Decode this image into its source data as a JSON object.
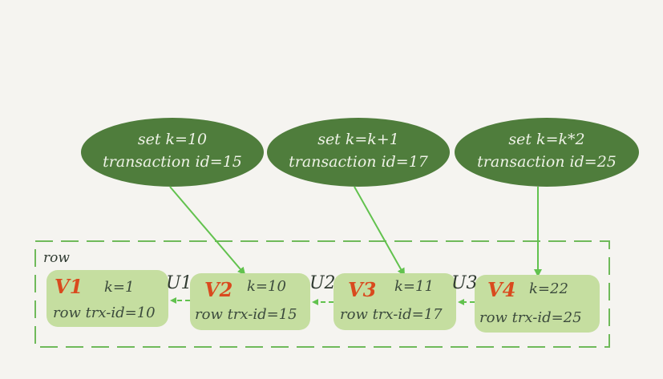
{
  "row_label": "row",
  "ovals": [
    {
      "line1": "set k=10",
      "line2": "transaction id=15"
    },
    {
      "line1": "set k=k+1",
      "line2": "transaction id=17"
    },
    {
      "line1": "set k=k*2",
      "line2": "transaction id=25"
    }
  ],
  "versions": [
    {
      "version": "V1",
      "k": "k=1",
      "trx": "row trx-id=10"
    },
    {
      "version": "V2",
      "k": "k=10",
      "trx": "row trx-id=15"
    },
    {
      "version": "V3",
      "k": "k=11",
      "trx": "row trx-id=17"
    },
    {
      "version": "V4",
      "k": "k=22",
      "trx": "row trx-id=25"
    }
  ],
  "undo_labels": [
    "U1",
    "U2",
    "U3"
  ],
  "colors": {
    "oval_fill": "#4f7d3c",
    "box_fill": "#c5dea0",
    "arrow": "#62c24e",
    "dashed_border": "#6fba5a",
    "version_text": "#d94a1e"
  }
}
